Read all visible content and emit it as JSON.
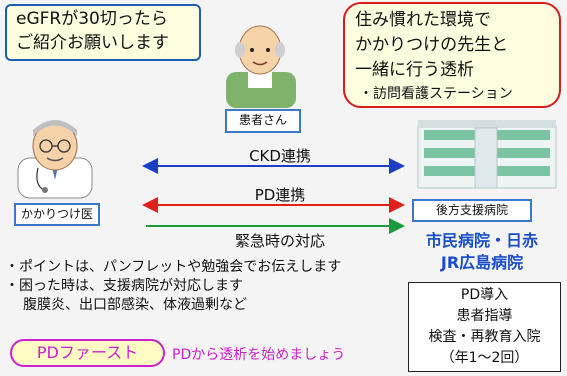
{
  "callout_left": [
    "eGFRが30切ったら",
    "ご紹介お願いします"
  ],
  "callout_right": {
    "lines": [
      "住み慣れた環境で",
      "かかりつけの先生と",
      "一緒に行う透析"
    ],
    "sub": "・訪問看護ステーション"
  },
  "patient_label": "患者さん",
  "doctor_label": "かかりつけ医",
  "hospital_label": "後方支援病院",
  "flows": {
    "ckd": "CKD連携",
    "pd": "PD連携",
    "emergency": "緊急時の対応"
  },
  "hospitals": [
    "市民病院・日赤",
    "JR広島病院"
  ],
  "bullets": [
    "・ポイントは、パンフレットや勉強会でお伝えします",
    "・困った時は、支援病院が対応します",
    "腹膜炎、出口部感染、体液過剰など"
  ],
  "pd_box": [
    "PD導入",
    "患者指導",
    "検査・再教育入院",
    "（年1〜2回）"
  ],
  "pd_first": "PDファースト",
  "pd_slogan": "PDから透析を始めましょう",
  "colors": {
    "blue_arrow": "#1a3fc4",
    "red_arrow": "#e0201c",
    "green_arrow": "#1a9a3a",
    "accent_pink": "#cc1fcc"
  }
}
